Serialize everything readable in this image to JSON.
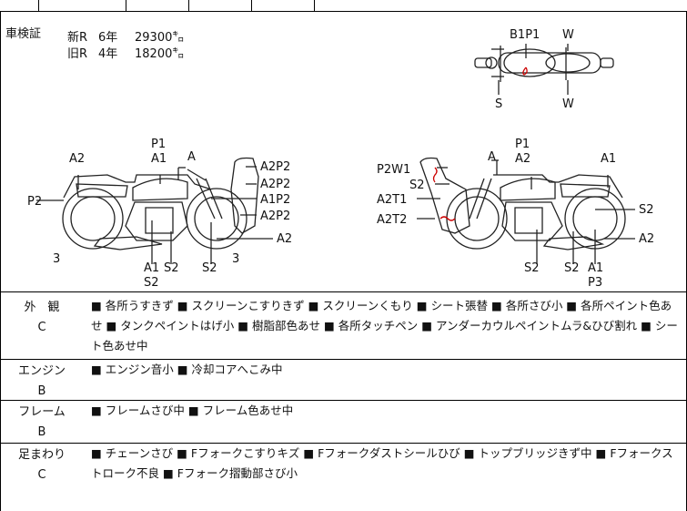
{
  "inspection": {
    "label": "車検証",
    "new": {
      "type": "新R",
      "years": "6年",
      "mileage": "29300㌔"
    },
    "old": {
      "type": "旧R",
      "years": "4年",
      "mileage": "18200㌔"
    }
  },
  "top_view": {
    "b1p1": "B1P1",
    "w_top": "W",
    "s_bottom": "S",
    "w_bottom": "W"
  },
  "left_view": {
    "p1": "P1",
    "a1": "A1",
    "a": "A",
    "a2": "A2",
    "p2": "P2",
    "three_left": "3",
    "a1_bottom": "A1",
    "s2_bottom": "S2",
    "s2_right": "S2",
    "s2_mid": "S2",
    "three_mid": "3",
    "a2p2_1": "A2P2",
    "a2p2_2": "A2P2",
    "a1p2": "A1P2",
    "a2p2_3": "A2P2",
    "a2_front": "A2"
  },
  "right_view": {
    "p1": "P1",
    "a": "A",
    "a2": "A2",
    "a1": "A1",
    "p2w1": "P2W1",
    "s2": "S2",
    "a2t1": "A2T1",
    "a2t2": "A2T2",
    "s2_right": "S2",
    "a2_right": "A2",
    "s2_bottom_left": "S2",
    "s2_bottom": "S2",
    "a1_bottom": "A1",
    "p3": "P3"
  },
  "conditions": [
    {
      "category": "外　観",
      "grade": "C",
      "items": "■ 各所うすきず ■ スクリーンこすりきず ■ スクリーンくもり ■ シート張替 ■ 各所さび小 ■ 各所ペイント色あせ ■ タンクペイントはげ小 ■ 樹脂部色あせ ■ 各所タッチペン ■ アンダーカウルペイントムラ&ひび割れ ■ シート色あせ中"
    },
    {
      "category": "エンジン",
      "grade": "B",
      "items": "■ エンジン音小 ■ 冷却コアへこみ中"
    },
    {
      "category": "フレーム",
      "grade": "B",
      "items": "■ フレームさび中 ■ フレーム色あせ中"
    },
    {
      "category": "足まわり",
      "grade": "C",
      "items": "■ チェーンさび ■ Fフォークこすりキズ ■ Fフォークダストシールひび ■ トップブリッジきず中 ■ Fフォークストローク不良 ■ Fフォーク摺動部さび小"
    }
  ],
  "colors": {
    "line": "#000000",
    "damage_mark": "#cc0000"
  }
}
